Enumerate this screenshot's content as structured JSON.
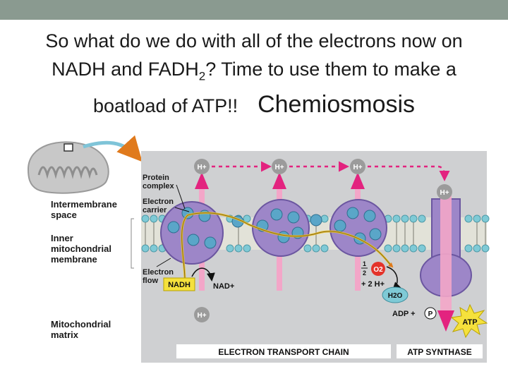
{
  "slide": {
    "title_line1": "So what do we do with all of the electrons now on",
    "title_line2_a": "NADH and FADH",
    "title_line2_sub": "2",
    "title_line2_b": "?  Time to use them to make a",
    "title_line3": "boatload of ATP!!",
    "title_emphasis": "Chemiosmosis"
  },
  "diagram": {
    "labels": {
      "intermembrane_space": "Intermembrane\nspace",
      "inner_membrane": "Inner\nmitochondrial\nmembrane",
      "matrix": "Mitochondrial\nmatrix",
      "protein_complex": "Protein\ncomplex",
      "electron_carrier": "Electron\ncarrier",
      "electron_flow": "Electron\nflow",
      "nadh": "NADH",
      "nad_plus": "NAD+",
      "half": "1\n2",
      "o2": "O2",
      "two_h_plus": "+ 2 H+",
      "h2o": "H2O",
      "adp_p": "ADP +",
      "p": "P",
      "atp": "ATP",
      "h_plus": "H+",
      "etc_caption": "ELECTRON TRANSPORT CHAIN",
      "atp_synthase_caption": "ATP SYNTHASE"
    },
    "colors": {
      "background": "#cfd0d2",
      "membrane_head": "#7fcad6",
      "protein": "#9d86c8",
      "proton_arrow": "#e3237f",
      "nadh_box": "#f5e13c",
      "atp_star": "#f5e13c",
      "mito": "#c8c8c8"
    }
  }
}
